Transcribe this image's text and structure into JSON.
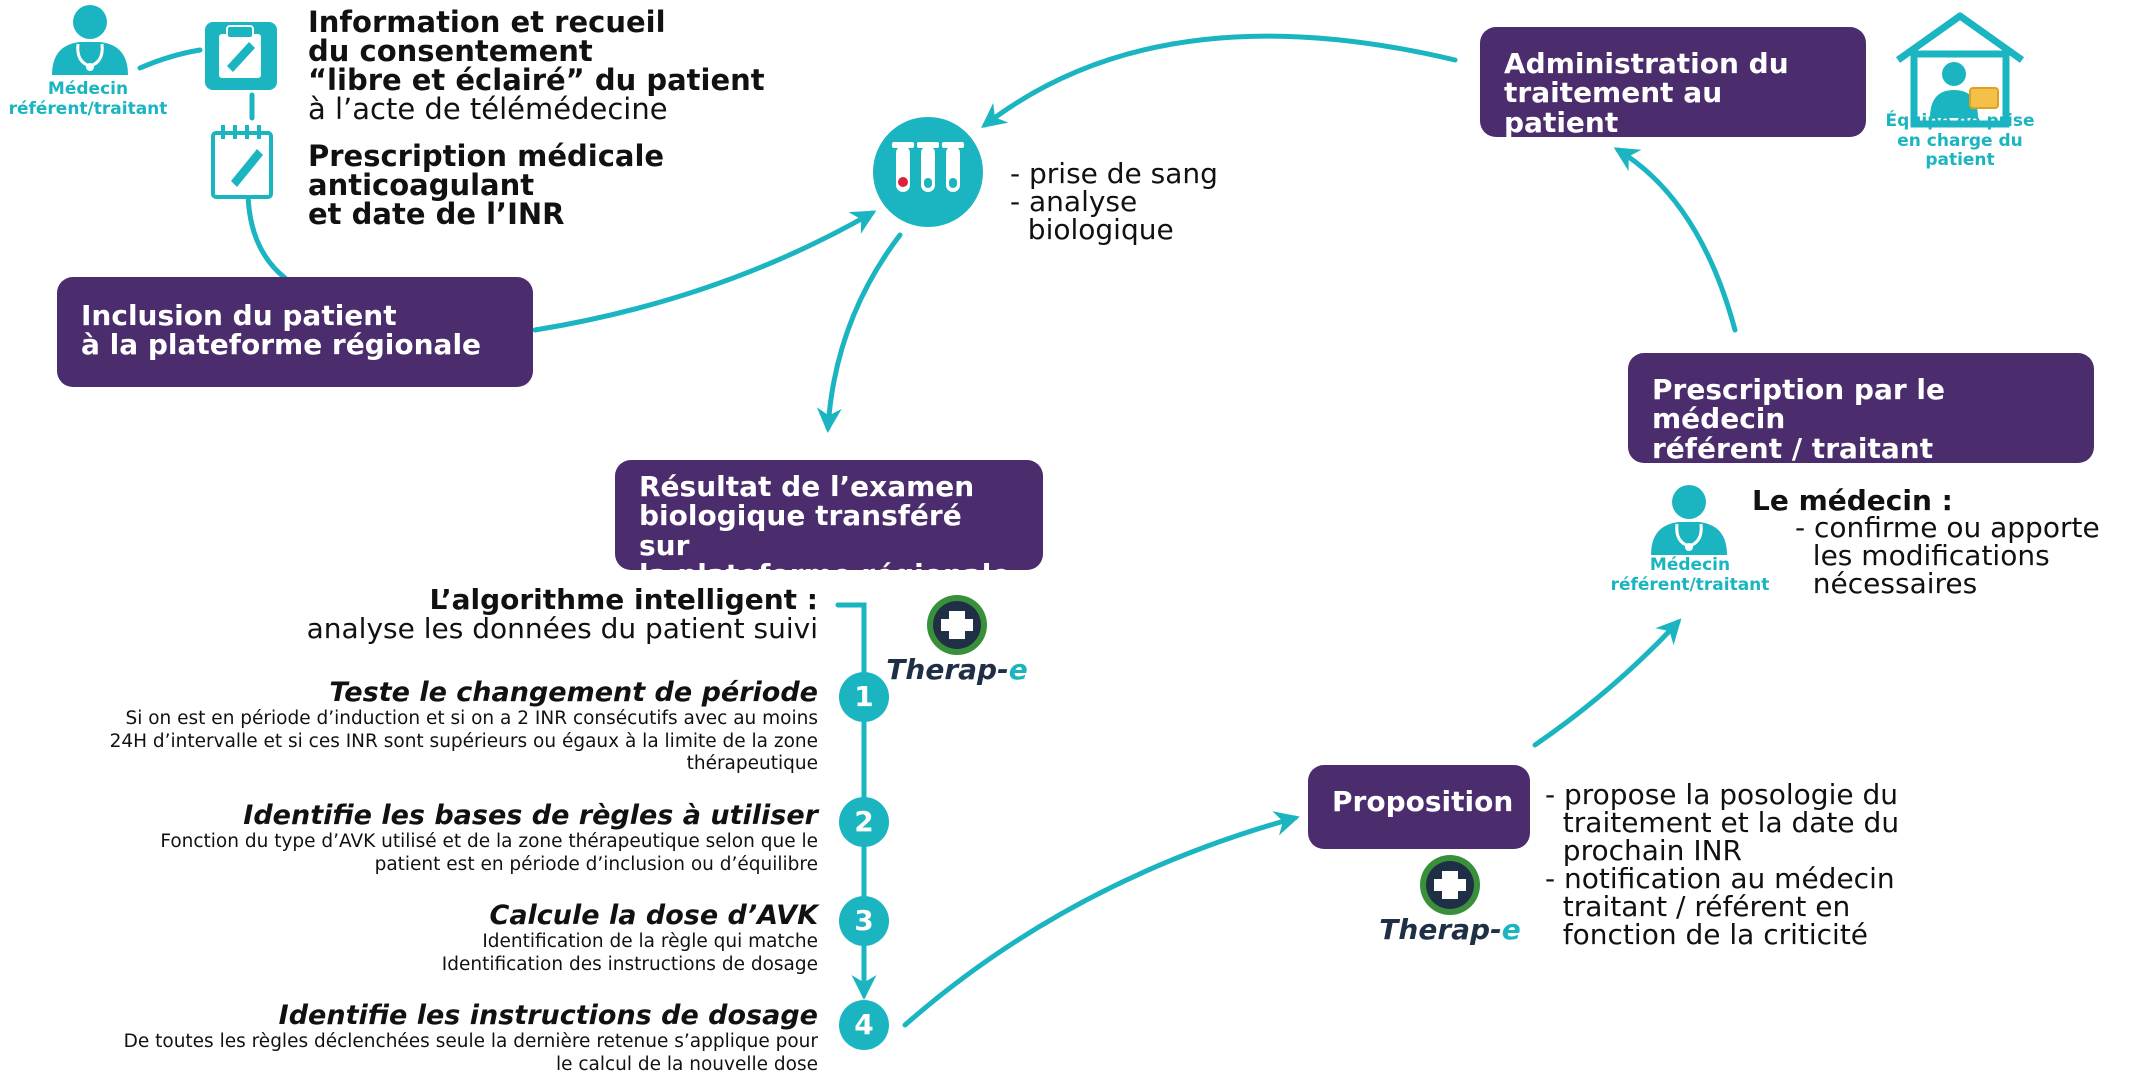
{
  "actors": {
    "doctor_top": "Médecin\nréférent/traitant",
    "doctor_right": "Médecin\nréférent/traitant",
    "care_team": "Équipe de prise\nen charge du patient"
  },
  "consent_text": [
    "Information et recueil",
    "du consentement",
    "“libre et éclairé” du patient",
    "à l’acte de télémédecine"
  ],
  "prescription_text": [
    "Prescription médicale",
    "anticoagulant",
    "et date de l’INR"
  ],
  "boxes": {
    "inclusion": "Inclusion du patient\nà la plateforme régionale",
    "result": "Résultat de l’examen\nbiologique transféré sur\nla plateforme régionale",
    "administration": "Administration du\ntraitement au patient",
    "prescription": "Prescription par le médecin\nréférent / traitant",
    "proposition": "Proposition"
  },
  "blood_test_text": "- prise de sang\n- analyse\n  biologique",
  "doctor_statement": {
    "title": "Le médecin :",
    "body": "- confirme ou apporte\n  les modifications\n  nécessaires"
  },
  "proposition_text": "- propose la posologie du\n  traitement et la date du\n  prochain INR\n- notification au médecin\n  traitant / référent en\n  fonction de la criticité",
  "algorithm": {
    "title": "L’algorithme intelligent :",
    "subtitle": "analyse les données du patient suivi",
    "steps": [
      {
        "number": "1",
        "title": "Teste le changement de période",
        "body": "Si on est en période d’induction et si on a 2 INR consécutifs avec au moins\n24H d’intervalle et si ces INR sont supérieurs ou égaux à la limite de la zone\nthérapeutique"
      },
      {
        "number": "2",
        "title": "Identifie les bases de règles à utiliser",
        "body": "Fonction du type d’AVK utilisé et de la zone thérapeutique selon que le\npatient est en période d’inclusion ou d’équilibre"
      },
      {
        "number": "3",
        "title": "Calcule la dose d’AVK",
        "body": "Identification de la règle qui matche\nIdentification des instructions de dosage"
      },
      {
        "number": "4",
        "title": "Identifie les instructions de dosage",
        "body": "De toutes les règles déclenchées seule la dernière retenue s’applique pour\nle calcul de la nouvelle dose"
      }
    ]
  },
  "logo": {
    "name": "Therap-",
    "suffix": "e"
  },
  "colors": {
    "purple": "#4b2c6d",
    "teal": "#1ab5c0",
    "logo_green": "#3a8f3a"
  },
  "icons": [
    "doctor-icon",
    "clipboard-icon",
    "notepad-icon",
    "test-tubes-icon",
    "house-patient-icon",
    "therap-e-logo"
  ]
}
